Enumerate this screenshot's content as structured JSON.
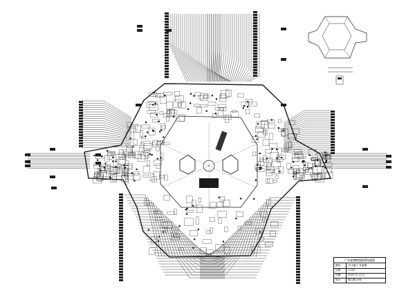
{
  "colors": {
    "line": "#1a1a1a",
    "fill_dark": "#222222",
    "background": "#ffffff"
  },
  "title_block": {
    "title": "广东省博物馆新馆布展图",
    "rows": [
      {
        "key": "图号",
        "value": "1F平面 广东省博"
      },
      {
        "key": "比例",
        "value": "1:200"
      },
      {
        "key": "日期",
        "value": "2003.11 v1.0"
      },
      {
        "key": "设计",
        "value": "施工图 LHB"
      }
    ]
  }
}
